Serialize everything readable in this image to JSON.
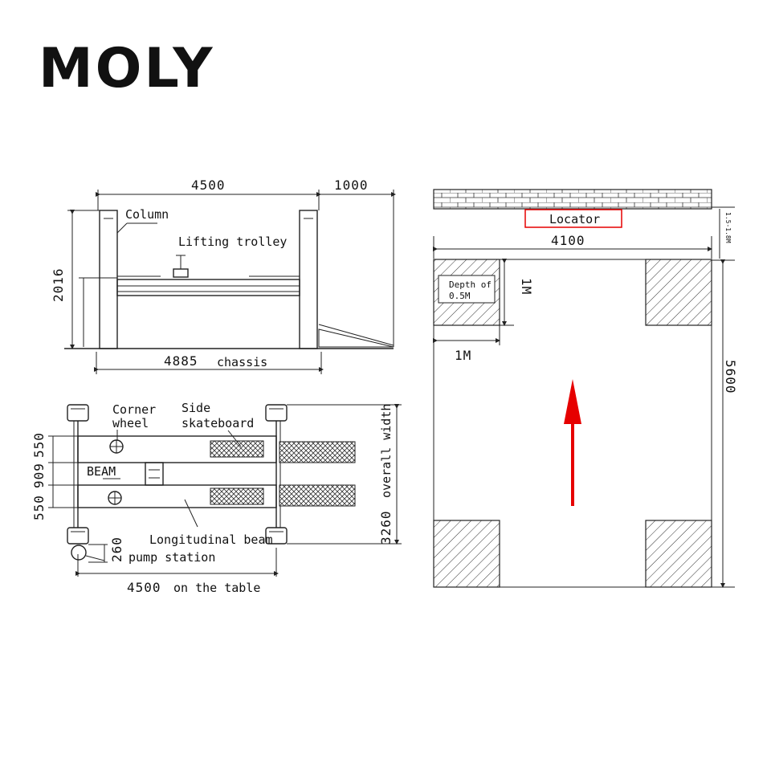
{
  "brand": "MOLY",
  "front_view": {
    "width_dim": "4500",
    "ramp_dim": "1000",
    "height_dim": "2016",
    "chassis_dim": "4885",
    "chassis_label": "chassis",
    "column_label": "Column",
    "trolley_label": "Lifting trolley"
  },
  "top_view": {
    "corner_wheel_label_1": "Corner",
    "corner_wheel_label_2": "wheel",
    "side_skate_label_1": "Side",
    "side_skate_label_2": "skateboard",
    "beam_label": "BEAM",
    "longitudinal_label": "Longitudinal beam",
    "pump_label": "pump station",
    "pump_dim": "260",
    "width_dims": [
      "550",
      "909",
      "550"
    ],
    "overall_dim": "3260",
    "overall_label": "overall width",
    "table_dim": "4500",
    "table_label": "on the table"
  },
  "floor_plan": {
    "locator_label": "Locator",
    "locator_dim": "1.5-1.8M",
    "width_dim": "4100",
    "depth_dim": "5600",
    "pit_depth_1": "Depth of",
    "pit_depth_2": "0.5M",
    "pit_h_dim": "1M",
    "pit_w_dim": "1M",
    "accent_color": "#e60000"
  }
}
